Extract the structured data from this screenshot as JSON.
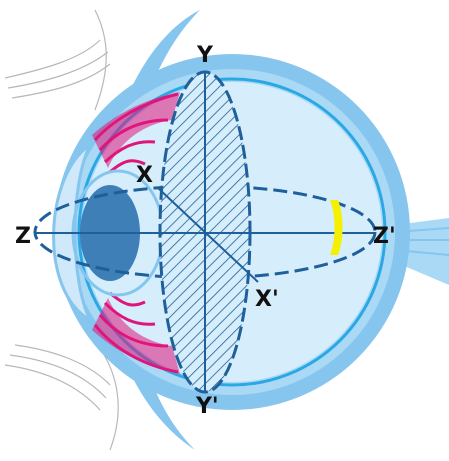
{
  "labels": {
    "y_top": "Y",
    "y_bottom": "Y'",
    "x_left": "X",
    "x_right": "X'",
    "z_left": "Z",
    "z_right": "Z'"
  },
  "colors": {
    "outer_sclera": "#86c6ee",
    "inner_sclera": "#a9d9f5",
    "retina_line": "#2aa8e6",
    "interior": "#d6eefc",
    "lens": "#3f7fb8",
    "cornea": "#cfe9fb",
    "ciliary_muscle": "#e0157a",
    "axis_line": "#1f5f9a",
    "macula": "#f4f000",
    "eyelid_line": "#b8b8b8"
  }
}
